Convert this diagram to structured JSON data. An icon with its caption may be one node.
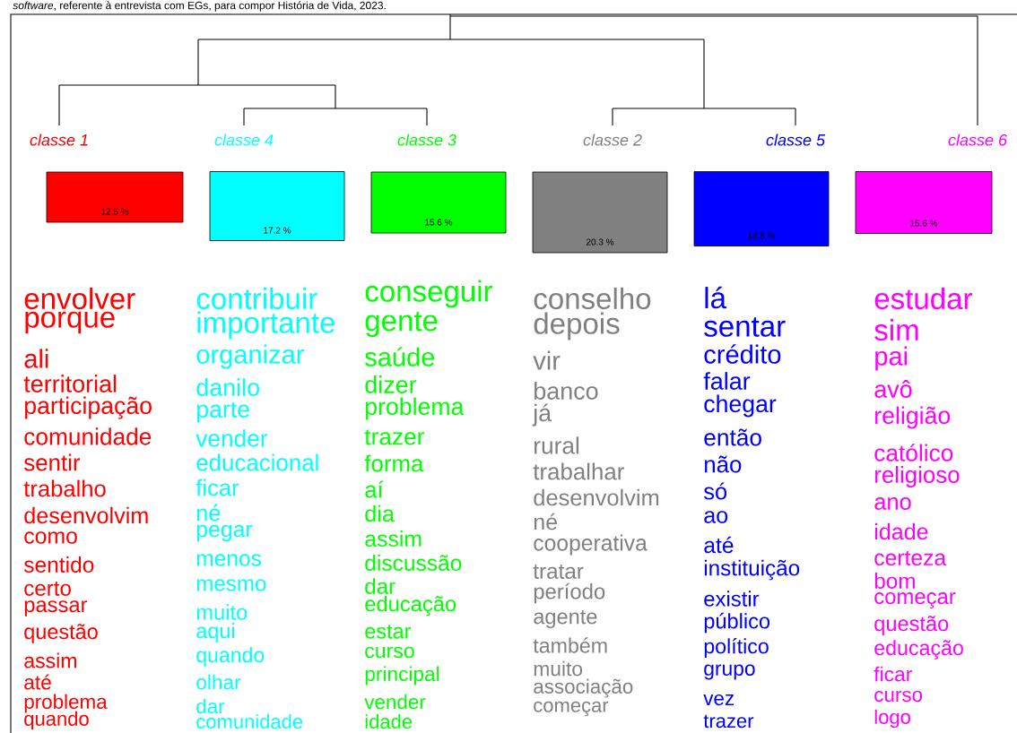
{
  "diagram": {
    "title": "*software*, referente à entrevista com EGs, para compor História de Vida, 2023.",
    "nodes": [
      {
        "text": [
          "12.5 %"
        ],
        "beside": [
          "classe  1"
        ]
      },
      {
        "text": [
          "17.2 %"
        ],
        "beside": [
          "classe  4"
        ]
      },
      {
        "text": [
          "15.6 %"
        ],
        "beside": [
          "classe  3"
        ]
      },
      {
        "text": [
          "20.3 %"
        ],
        "beside": [
          "classe  2"
        ]
      },
      {
        "text": [
          "18.8 %"
        ],
        "beside": [
          "classe  5"
        ]
      },
      {
        "text": [
          "15.6 %"
        ],
        "beside": [
          "classe  6"
        ]
      }
    ],
    "labels": [
      "envolver",
      "porque",
      "ali",
      "territorial",
      "participação",
      "comunidade",
      "sentir",
      "trabalho",
      "desenvolvim",
      "como",
      "sentido",
      "certo",
      "passar",
      "questão",
      "assim",
      "até",
      "problema",
      "quando",
      "contribuir",
      "importante",
      "organizar",
      "danilo",
      "parte",
      "vender",
      "educacional",
      "ficar",
      "né",
      "pegar",
      "menos",
      "mesmo",
      "muito",
      "aqui",
      "quando",
      "olhar",
      "dar",
      "comunidade",
      "conseguir",
      "gente",
      "saúde",
      "dizer",
      "problema",
      "trazer",
      "forma",
      "aí",
      "dia",
      "assim",
      "discussão",
      "dar",
      "educação",
      "estar",
      "curso",
      "principal",
      "vender",
      "idade",
      "conselho",
      "depois",
      "vir",
      "banco",
      "já",
      "rural",
      "trabalhar",
      "desenvolvim",
      "né",
      "cooperativa",
      "tratar",
      "período",
      "agente",
      "também",
      "muito",
      "associação",
      "começar",
      "lá",
      "sentar",
      "crédito",
      "falar",
      "chegar",
      "então",
      "não",
      "só",
      "ao",
      "até",
      "instituição",
      "existir",
      "público",
      "político",
      "grupo",
      "vez",
      "trazer",
      "estudar",
      "sim",
      "pai",
      "avô",
      "religião",
      "católico",
      "religioso",
      "ano",
      "idade",
      "certeza",
      "bom",
      "começar",
      "questão",
      "educação",
      "ficar",
      "curso",
      "logo"
    ]
  }
}
